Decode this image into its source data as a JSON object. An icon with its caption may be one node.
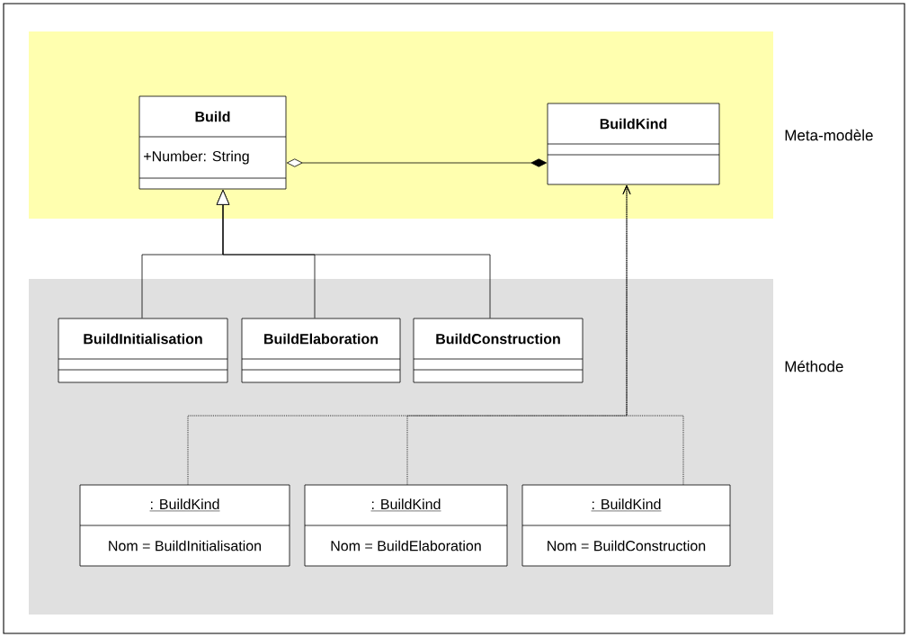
{
  "diagram": {
    "nodes": [
      {
        "text": [
          "Meta-modèle"
        ]
      },
      {
        "text": [
          "Build",
          "+Number: String"
        ],
        "in": 0
      },
      {
        "text": [
          "BuildKind"
        ],
        "in": 0
      },
      {
        "text": [
          "Méthode"
        ]
      },
      {
        "text": [
          "BuildInitialisation"
        ],
        "in": 3
      },
      {
        "text": [
          "BuildElaboration"
        ],
        "in": 3
      },
      {
        "text": [
          "BuildConstruction"
        ],
        "in": 3
      },
      {
        "text": [
          ": BuildKind",
          "Nom = BuildInitialisation"
        ],
        "in": 3
      },
      {
        "text": [
          ": BuildKind",
          "Nom = BuildElaboration"
        ],
        "in": 3
      },
      {
        "text": [
          ": BuildKind",
          "Nom = BuildConstruction"
        ],
        "in": 3
      }
    ],
    "edges": [
      {
        "from": 1,
        "to": 2,
        "arrow": "other"
      },
      {
        "from": 4,
        "to": 1,
        "arrow": "to"
      },
      {
        "from": 5,
        "to": 1,
        "arrow": "to"
      },
      {
        "from": 6,
        "to": 1,
        "arrow": "to"
      },
      {
        "from": 7,
        "to": 2,
        "arrow": "to",
        "style": "dashed"
      },
      {
        "from": 8,
        "to": 2,
        "arrow": "to",
        "style": "dashed"
      },
      {
        "from": 9,
        "to": 2,
        "arrow": "to",
        "style": "dashed"
      }
    ]
  }
}
